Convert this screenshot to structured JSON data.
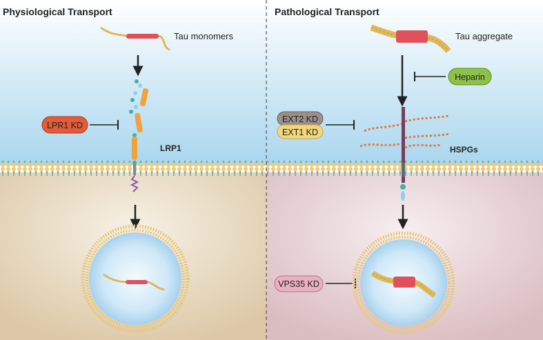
{
  "panels": {
    "left_title": "Physiological Transport",
    "right_title": "Pathological Transport"
  },
  "labels": {
    "tau_monomers": "Tau monomers",
    "tau_aggregate": "Tau aggregate",
    "lrp1": "LRP1",
    "hspgs": "HSPGs"
  },
  "inhibitors": {
    "lpr1_kd": "LPR1 KD",
    "heparin": "Heparin",
    "ext2_kd": "EXT2 KD",
    "ext1_kd": "EXT1 KD",
    "vps35_kd": "VPS35 KD"
  },
  "colors": {
    "tau_strand": "#e0b75a",
    "tau_core": "#e0515c",
    "lrp1_segment": "#f0a23c",
    "lpr1_pill": "#e35b38",
    "heparin_pill": "#8dc24a",
    "ext2_pill": "#9a8f8b",
    "ext1_pill": "#f1d77a",
    "vps35_pill": "#eab0bf",
    "hspg_core": "#7a3d5a"
  }
}
